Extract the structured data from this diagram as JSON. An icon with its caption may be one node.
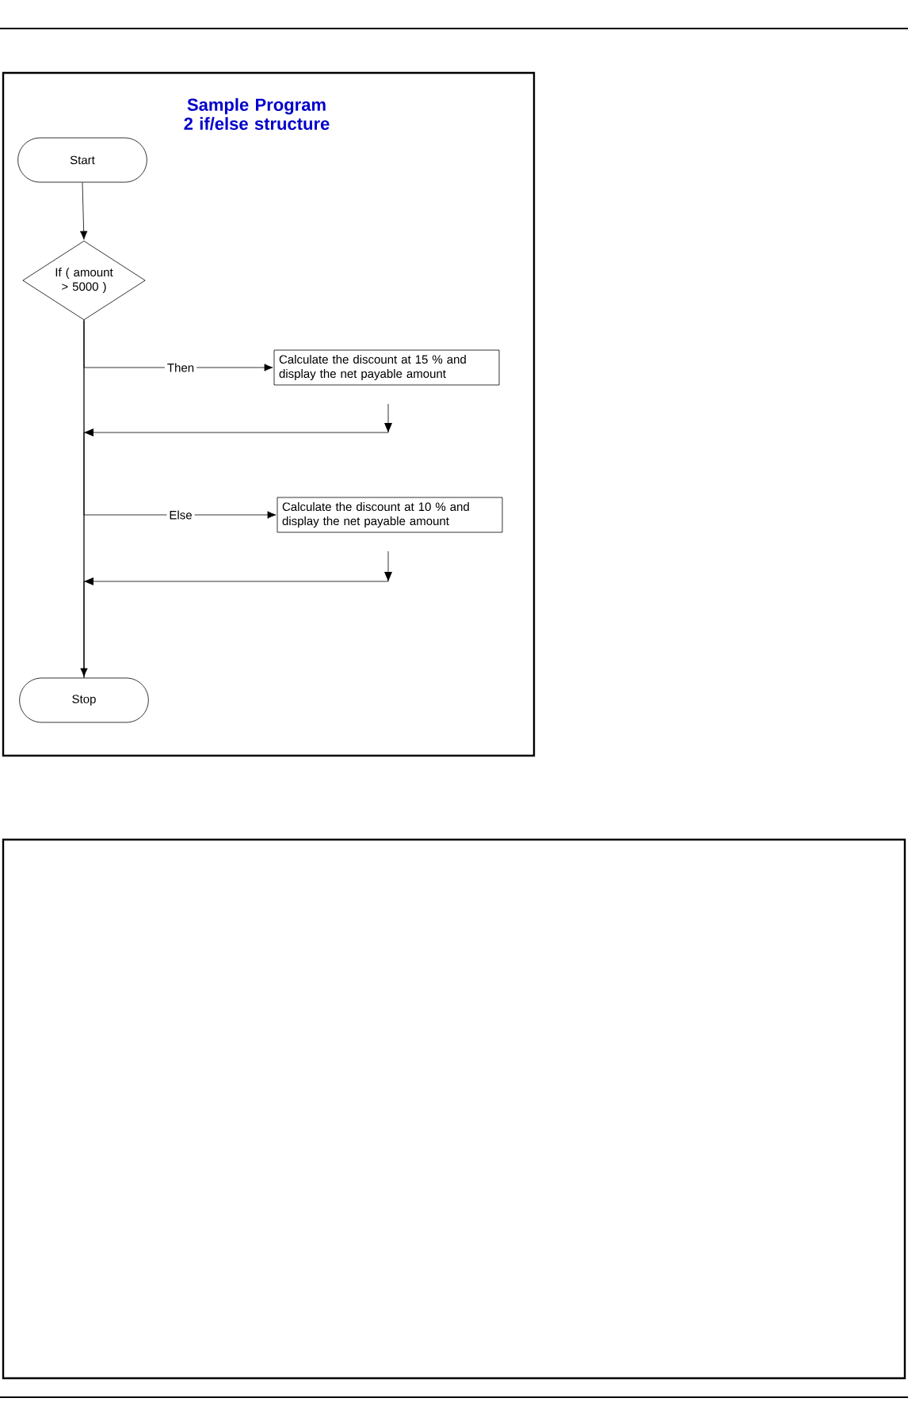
{
  "diagram": {
    "title": "Sample Program 2 if/else structure",
    "nodes": [
      {
        "text": [
          "Start"
        ]
      },
      {
        "text": [
          "If ( amount > 5000 )"
        ]
      },
      {
        "text": [
          "Calculate the discount at 15 % and display the net payable amount"
        ]
      },
      {
        "text": [
          "Calculate the discount at 10 % and display the net payable amount"
        ]
      },
      {
        "text": [
          "Stop"
        ]
      }
    ],
    "edges": [
      {
        "from": 0,
        "to": 1,
        "arrow": "to"
      },
      {
        "from": 1,
        "to": 2,
        "arrow": "to",
        "label": "Then"
      },
      {
        "from": 1,
        "to": 3,
        "arrow": "to",
        "label": "Else"
      },
      {
        "from": 1,
        "to": 4,
        "arrow": "to"
      },
      {
        "from": 2,
        "to": 4,
        "arrow": "to"
      },
      {
        "from": 3,
        "to": 4,
        "arrow": "to"
      }
    ]
  }
}
